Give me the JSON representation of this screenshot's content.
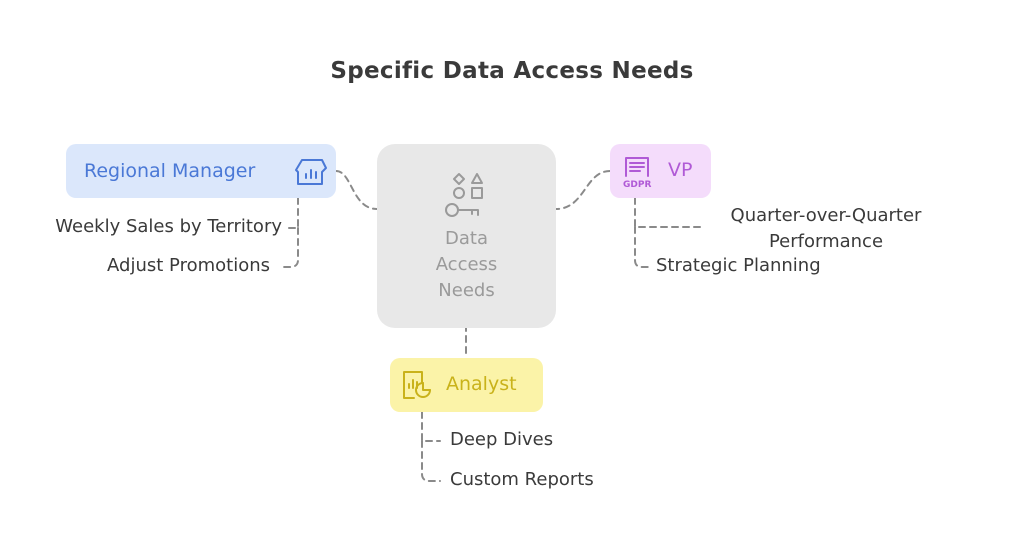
{
  "title": "Specific Data Access Needs",
  "center": {
    "label": "Data Access Needs",
    "icon": "shapes-key-icon",
    "color": "#9a9a9a",
    "fill": "#e8e8e8"
  },
  "roles": [
    {
      "id": "regional",
      "label": "Regional Manager",
      "icon": "store-chart-icon",
      "color": "#4a78d6",
      "fill": "#dbe7fb",
      "needs": [
        "Weekly Sales by Territory",
        "Adjust Promotions"
      ]
    },
    {
      "id": "vp",
      "label": "VP",
      "icon": "gdpr-document-icon",
      "color": "#b05ad6",
      "fill": "#f4dcfb",
      "needs": [
        "Quarter-over-Quarter Performance",
        "Strategic Planning"
      ]
    },
    {
      "id": "analyst",
      "label": "Analyst",
      "icon": "report-chart-icon",
      "color": "#c9b21a",
      "fill": "#fbf3a8",
      "needs": [
        "Deep Dives",
        "Custom Reports"
      ]
    }
  ],
  "icon_text": {
    "gdpr": "GDPR"
  }
}
